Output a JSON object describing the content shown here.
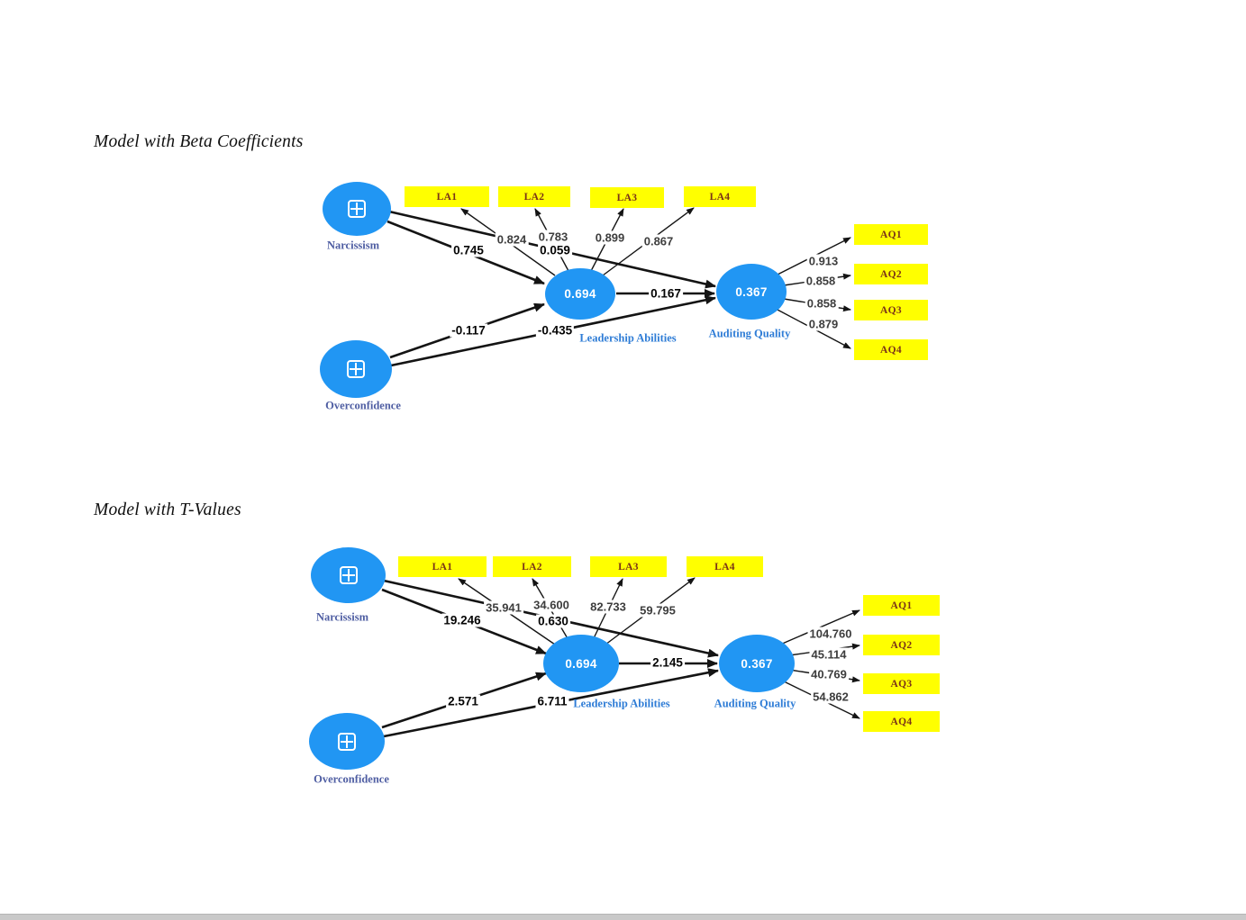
{
  "colors": {
    "node_fill": "#2196f3",
    "node_value_text": "#ffffff",
    "indicator_fill": "#ffff00",
    "indicator_label": "#7a3318",
    "construct_label": "#2e7cd6",
    "exogenous_label": "#4e5da2",
    "line": "#141414"
  },
  "models": [
    {
      "heading": "Model with Beta Coefficients",
      "nodes": {
        "narcissism": {
          "label": "Narcissism"
        },
        "overconfidence": {
          "label": "Overconfidence"
        },
        "leadership_abilities": {
          "label": "Leadership Abilities",
          "value": "0.694"
        },
        "auditing_quality": {
          "label": "Auditing Quality",
          "value": "0.367"
        }
      },
      "paths": {
        "narcissism_to_leadership": "0.745",
        "narcissism_to_auditing": "0.059",
        "overconfidence_to_leadership": "-0.117",
        "overconfidence_to_auditing": "-0.435",
        "leadership_to_auditing": "0.167"
      },
      "indicators": {
        "la": [
          {
            "name": "LA1",
            "value": "0.824"
          },
          {
            "name": "LA2",
            "value": "0.783"
          },
          {
            "name": "LA3",
            "value": "0.899"
          },
          {
            "name": "LA4",
            "value": "0.867"
          }
        ],
        "aq": [
          {
            "name": "AQ1",
            "value": "0.913"
          },
          {
            "name": "AQ2",
            "value": "0.858"
          },
          {
            "name": "AQ3",
            "value": "0.858"
          },
          {
            "name": "AQ4",
            "value": "0.879"
          }
        ]
      }
    },
    {
      "heading": "Model with T-Values",
      "nodes": {
        "narcissism": {
          "label": "Narcissism"
        },
        "overconfidence": {
          "label": "Overconfidence"
        },
        "leadership_abilities": {
          "label": "Leadership Abilities",
          "value": "0.694"
        },
        "auditing_quality": {
          "label": "Auditing Quality",
          "value": "0.367"
        }
      },
      "paths": {
        "narcissism_to_leadership": "19.246",
        "narcissism_to_auditing": "0.630",
        "overconfidence_to_leadership": "2.571",
        "overconfidence_to_auditing": "6.711",
        "leadership_to_auditing": "2.145"
      },
      "indicators": {
        "la": [
          {
            "name": "LA1",
            "value": "35.941"
          },
          {
            "name": "LA2",
            "value": "34.600"
          },
          {
            "name": "LA3",
            "value": "82.733"
          },
          {
            "name": "LA4",
            "value": "59.795"
          }
        ],
        "aq": [
          {
            "name": "AQ1",
            "value": "104.760"
          },
          {
            "name": "AQ2",
            "value": "45.114"
          },
          {
            "name": "AQ3",
            "value": "40.769"
          },
          {
            "name": "AQ4",
            "value": "54.862"
          }
        ]
      }
    }
  ]
}
